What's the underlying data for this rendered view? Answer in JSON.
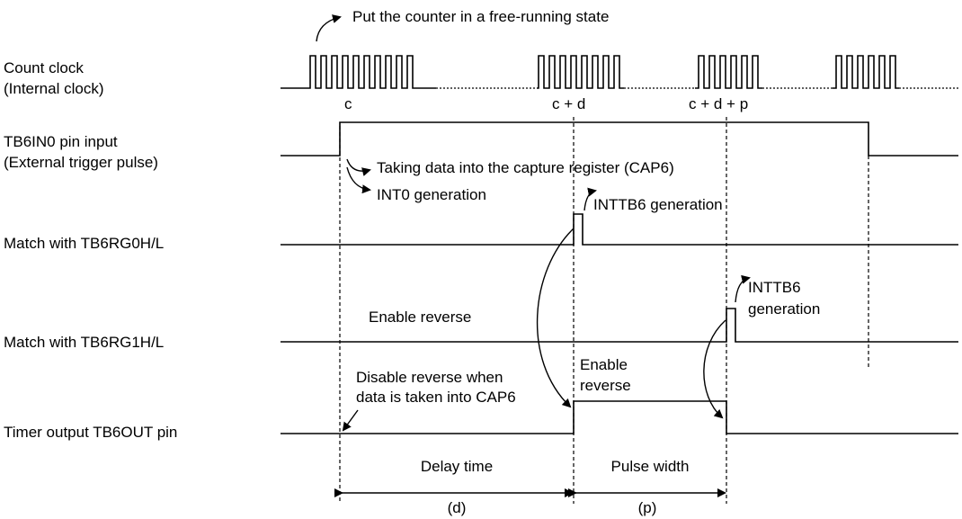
{
  "signals": {
    "count_clock": [
      "Count clock",
      "(Internal clock)"
    ],
    "trigger": [
      "TB6IN0 pin input",
      "(External trigger pulse)"
    ],
    "match0": "Match with TB6RG0H/L",
    "match1": "Match with TB6RG1H/L",
    "output": "Timer output TB6OUT pin"
  },
  "clock_labels": {
    "c": "c",
    "cd": "c + d",
    "cdp": "c + d + p"
  },
  "annotations": {
    "free_running": "Put the counter in a free-running state",
    "capture": "Taking data into the capture register (CAP6)",
    "int0": "INT0 generation",
    "inttb6_a": "INTTB6 generation",
    "inttb6_b": [
      "INTTB6",
      "generation"
    ],
    "enable_reverse_1": "Enable reverse",
    "disable_reverse": [
      "Disable reverse when",
      "data is taken into CAP6"
    ],
    "enable_reverse_2": [
      "Enable",
      "reverse"
    ]
  },
  "timing": {
    "delay_label": "Delay time",
    "delay_symbol": "(d)",
    "pulse_label": "Pulse width",
    "pulse_symbol": "(p)"
  }
}
